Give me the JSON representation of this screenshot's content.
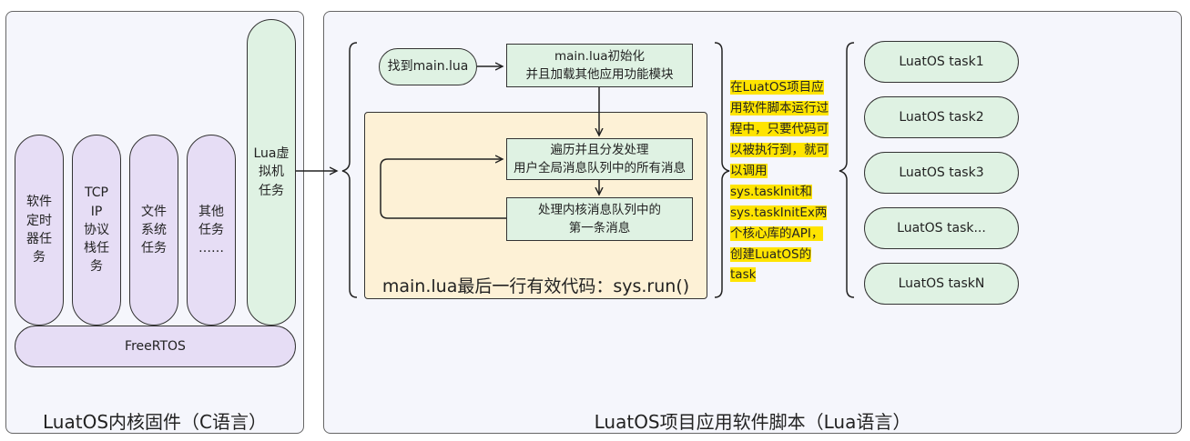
{
  "kernel_panel": {
    "title": "LuatOS内核固件（C语言）",
    "tasks": [
      "软件\n定时\n器任\n务",
      "TCP\nIP\n协议\n栈任\n务",
      "文件\n系统\n任务",
      "其他\n任务\n……"
    ],
    "lua_vm": "Lua虚\n拟机\n任务",
    "rtos": "FreeRTOS"
  },
  "script_panel": {
    "title": "LuatOS项目应用软件脚本（Lua语言）",
    "find_main": "找到main.lua",
    "init_box": "main.lua初始化\n并且加载其他应用功能模块",
    "dispatch_box": "遍历并且分发处理\n用户全局消息队列中的所有消息",
    "kernel_msg_box": "处理内核消息队列中的\n第一条消息",
    "loop_caption": "main.lua最后一行有效代码：sys.run()",
    "note": "在LuatOS项目应用软件脚本运行过程中，只要代码可以被执行到，就可以调用sys.taskInit和sys.taskInitEx两个核心库的API，创建LuatOS的task",
    "tasks": [
      "LuatOS task1",
      "LuatOS task2",
      "LuatOS task3",
      "LuatOS task...",
      "LuatOS taskN"
    ]
  },
  "colors": {
    "purple": "#e6ddf5",
    "green": "#dff2e3",
    "loop_region": "#fdf1d6",
    "highlight": "#ffe400"
  }
}
